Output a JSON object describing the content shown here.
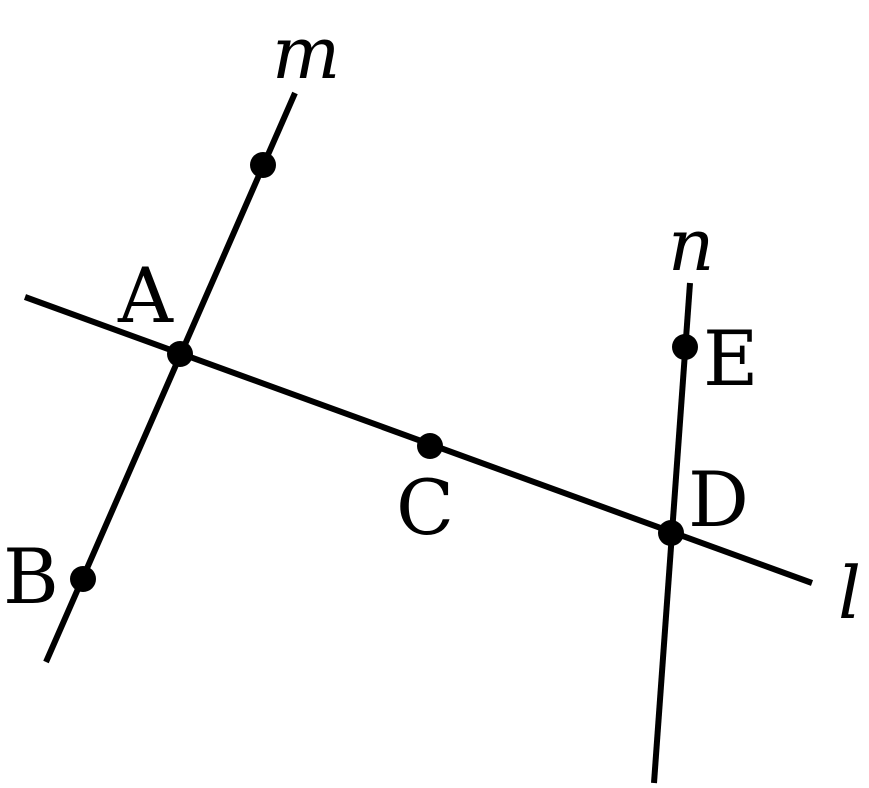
{
  "lines": {
    "m": "m",
    "n": "n",
    "l": "l"
  },
  "points": {
    "A": "A",
    "B": "B",
    "C": "C",
    "D": "D",
    "E": "E"
  },
  "colors": {
    "ink": "#000000",
    "background": "#ffffff"
  }
}
